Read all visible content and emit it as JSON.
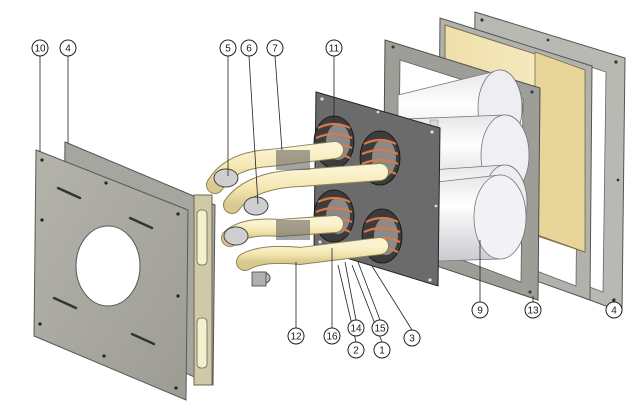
{
  "diagram": {
    "type": "exploded-assembly-drawing",
    "callouts": [
      {
        "id": "c10",
        "label": "10"
      },
      {
        "id": "c4a",
        "label": "4"
      },
      {
        "id": "c5",
        "label": "5"
      },
      {
        "id": "c6",
        "label": "6"
      },
      {
        "id": "c7",
        "label": "7"
      },
      {
        "id": "c11",
        "label": "11"
      },
      {
        "id": "c12",
        "label": "12"
      },
      {
        "id": "c16",
        "label": "16"
      },
      {
        "id": "c14",
        "label": "14"
      },
      {
        "id": "c15",
        "label": "15"
      },
      {
        "id": "c2",
        "label": "2"
      },
      {
        "id": "c1",
        "label": "1"
      },
      {
        "id": "c3",
        "label": "3"
      },
      {
        "id": "c9",
        "label": "9"
      },
      {
        "id": "c13",
        "label": "13"
      },
      {
        "id": "c4b",
        "label": "4"
      }
    ],
    "colors": {
      "plate_face": "#a8a8a0",
      "plate_edge": "#6f6f68",
      "dark_flange": "#4a4a4a",
      "insulation": "#f3e6b8",
      "cylinder": "#f4f4f6",
      "pipe": "#f2e7b5",
      "copper": "#d97a4a",
      "callout_stroke": "#222222"
    }
  }
}
